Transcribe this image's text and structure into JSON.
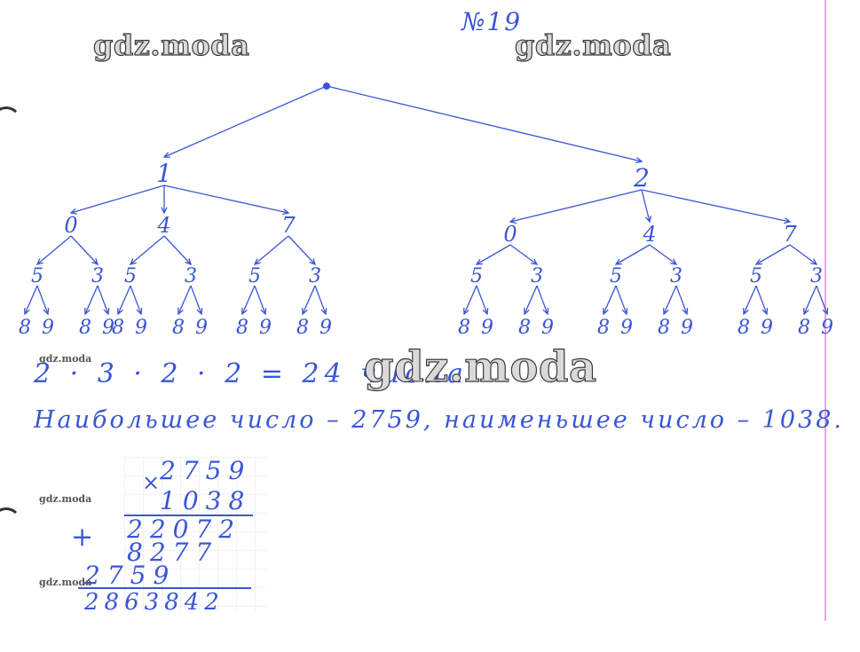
{
  "title": "№19",
  "watermark": "gdz.moda",
  "tree": {
    "level1": [
      "1",
      "2"
    ],
    "level2": [
      "0",
      "4",
      "7"
    ],
    "level3": [
      "5",
      "3"
    ],
    "level4": [
      "8",
      "9"
    ]
  },
  "count_line": "2 · 3 · 2 · 2 = 24 числа",
  "extremes_line": "Наибольшее число – 2759, наименьшее число – 1038.",
  "multiplication": {
    "sign": "×",
    "multiplicand": "2759",
    "multiplier": "1038",
    "partial1": "22072",
    "partial2": "8277",
    "partial3": "2759",
    "plus": "+",
    "result": "2863842"
  },
  "colors": {
    "ink": "#3a55d6",
    "margin": "#e8a4e6"
  }
}
